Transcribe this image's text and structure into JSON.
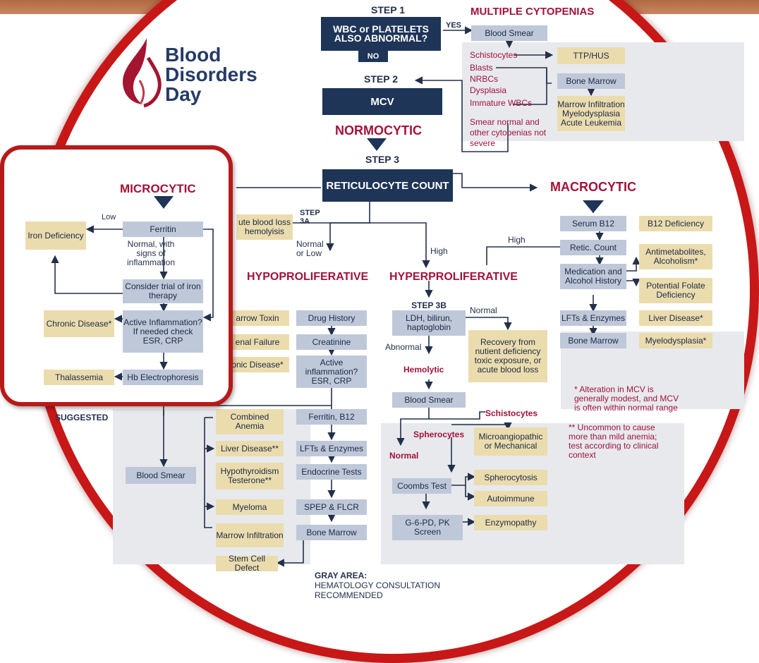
{
  "logo": {
    "line1": "Blood",
    "line2": "Disorders",
    "line3": "Day"
  },
  "step1": {
    "label": "STEP 1",
    "question": "WBC or PLATELETS ALSO ABNORMAL?",
    "yes": "YES",
    "no": "NO"
  },
  "cytopenias": {
    "title": "MULTIPLE CYTOPENIAS",
    "blood_smear": "Blood Smear",
    "schistocytes": "Schistocytes",
    "blasts": "Blasts",
    "nrbcs": "NRBCs",
    "dysplasia": "Dysplasia",
    "immature": "Immature WBCs",
    "smear_normal": "Smear normal and other cytopenias not severe",
    "ttp": "TTP/HUS",
    "bone_marrow": "Bone Marrow",
    "marrow_result": "Marrow Infiltration Myelodysplasia Acute Leukemia"
  },
  "step2": {
    "label": "STEP 2",
    "node": "MCV",
    "normocytic": "NORMOCYTIC"
  },
  "step3": {
    "label": "STEP 3",
    "node": "RETICULOCYTE COUNT"
  },
  "microcytic": {
    "title": "MICROCYTIC",
    "low": "Low",
    "ferritin": "Ferritin",
    "iron_def": "Iron Deficiency",
    "normal_signs": "Normal, with signs of inflammation",
    "trial": "Consider trial of iron therapy",
    "chronic": "Chronic Disease*",
    "active": "Active Inflammation? If needed check ESR, CRP",
    "thal": "Thalassemia",
    "hb": "Hb Electrophoresis"
  },
  "step3a": {
    "label": "STEP 3A",
    "normal_low": "Normal or Low",
    "high": "High"
  },
  "hypo": {
    "title": "HYPOPROLIFERATIVE",
    "acute_loss": "ute blood loss hemolyisis",
    "marrow_toxin": "arrow Toxin",
    "drug_history": "Drug History",
    "renal_failure": "enal Failure",
    "creatinine": "Creatinine",
    "chronic_disease": "onic Disease*",
    "active_infl": "Active inflammation? ESR, CRP",
    "suggested": "SUGGESTED",
    "combined": "Combined Anemia",
    "ferritin_b12": "Ferritin, B12",
    "liver": "Liver Disease**",
    "lfts": "LFTs & Enzymes",
    "hypothyroid": "Hypothyroidism Testerone**",
    "endocrine": "Endocrine Tests",
    "blood_smear": "Blood Smear",
    "myeloma": "Myeloma",
    "spep": "SPEP & FLCR",
    "marrow_infil": "Marrow Infiltration",
    "bone_marrow": "Bone Marrow",
    "stem_cell": "Stem Cell Defect"
  },
  "hyper": {
    "title": "HYPERPROLIFERATIVE",
    "step3b": "STEP 3B",
    "ldh": "LDH, bilirun, haptoglobin",
    "normal": "Normal",
    "abnormal": "Abnormal",
    "recovery": "Recovery from nutient deficiency toxic exposure, or acute blood loss",
    "hemolytic": "Hemolytic",
    "blood_smear": "Blood Smear",
    "schistocytes": "Schistocytes",
    "spherocytes": "Spherocytes",
    "normal2": "Normal",
    "microangiopathic": "Microangiopathic or Mechanical",
    "coombs": "Coombs Test",
    "spherocytosis": "Spherocytosis",
    "autoimmune": "Autoimmune",
    "g6pd": "G-6-PD, PK Screen",
    "enzymopathy": "Enzymopathy"
  },
  "macro": {
    "title": "MACROCYTIC",
    "serum_b12": "Serum B12",
    "b12_def": "B12 Deficiency",
    "high": "High",
    "retic": "Retic. Count",
    "medication": "Medication and Alcohol History",
    "antimetabolites": "Antimetabolites, Alcoholism*",
    "folate": "Potential Folate Deficiency",
    "lfts": "LFTs & Enzymes",
    "liver": "Liver Disease*",
    "bone_marrow": "Bone Marrow",
    "myelodysplasia": "Myelodysplasia*"
  },
  "notes": {
    "note1": "* Alteration in MCV is generally modest, and MCV is often within normal range",
    "note2": "** Uncommon to cause more than mild anemia; test according to clinical context"
  },
  "gray_area": {
    "title": "GRAY AREA:",
    "line1": "HEMATOLOGY CONSULTATION",
    "line2": "RECOMMENDED"
  },
  "colors": {
    "navy": "#1e3558",
    "red": "#a3123a",
    "tan": "#ebdcae",
    "gray_node": "#bec8d9",
    "ring": "#c81717"
  }
}
